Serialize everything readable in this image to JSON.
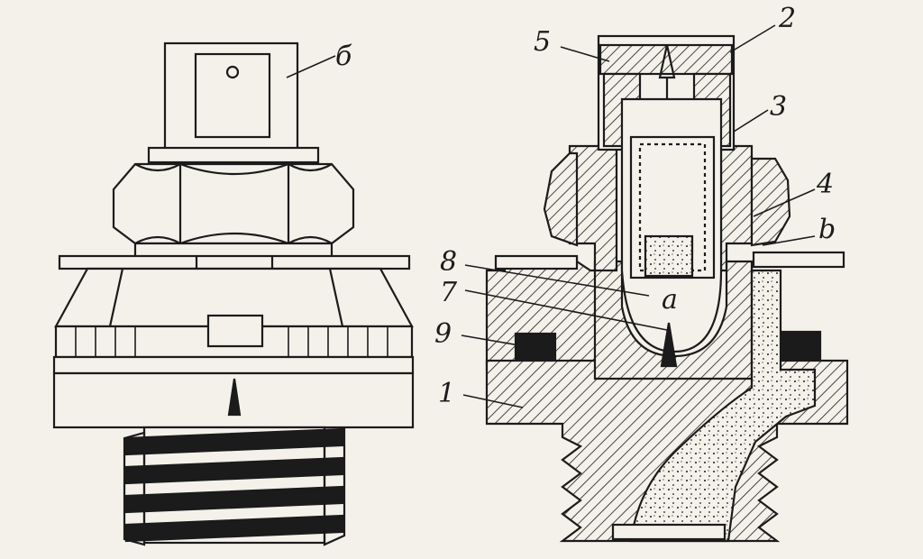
{
  "figure": {
    "labels": {
      "l1": "1",
      "l2": "2",
      "l3": "3",
      "l4": "4",
      "l5": "5",
      "l6": "б",
      "l7": "7",
      "l8": "8",
      "l9": "9",
      "la": "a",
      "lb": "b"
    }
  },
  "colors": {
    "ink": "#1b1b1b",
    "paper": "#f4f1ea"
  }
}
